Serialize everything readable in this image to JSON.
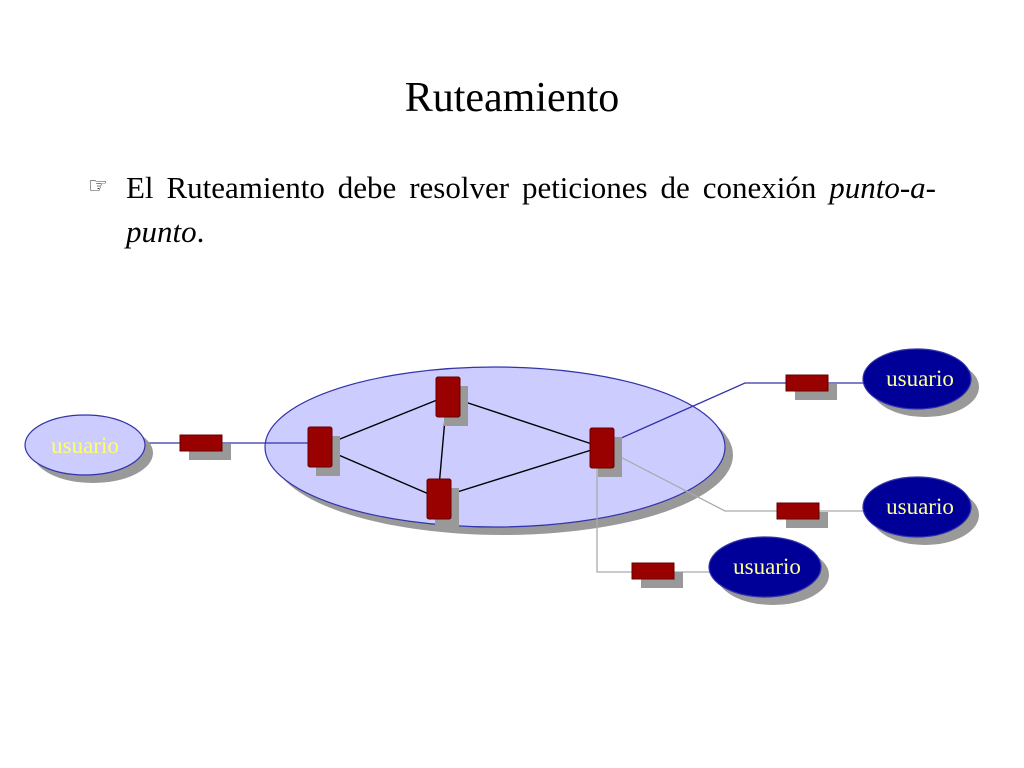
{
  "slide": {
    "title": "Ruteamiento",
    "bullet": {
      "icon": "pointing-hand-icon",
      "text_before": "El Ruteamiento debe resolver peticiones de conexión ",
      "text_italic": "punto-a-punto",
      "text_after": "."
    }
  },
  "diagram": {
    "users": [
      {
        "label": "usuario"
      },
      {
        "label": "usuario"
      },
      {
        "label": "usuario"
      },
      {
        "label": "usuario"
      }
    ],
    "colors": {
      "network_fill": "#ccccff",
      "network_stroke": "#3333aa",
      "user_fill_active": "#000099",
      "user_fill_idle": "#ccccff",
      "user_text_active": "#ffff99",
      "user_text_idle": "#ffff66",
      "node_fill": "#990000",
      "shadow": "#999999"
    }
  }
}
